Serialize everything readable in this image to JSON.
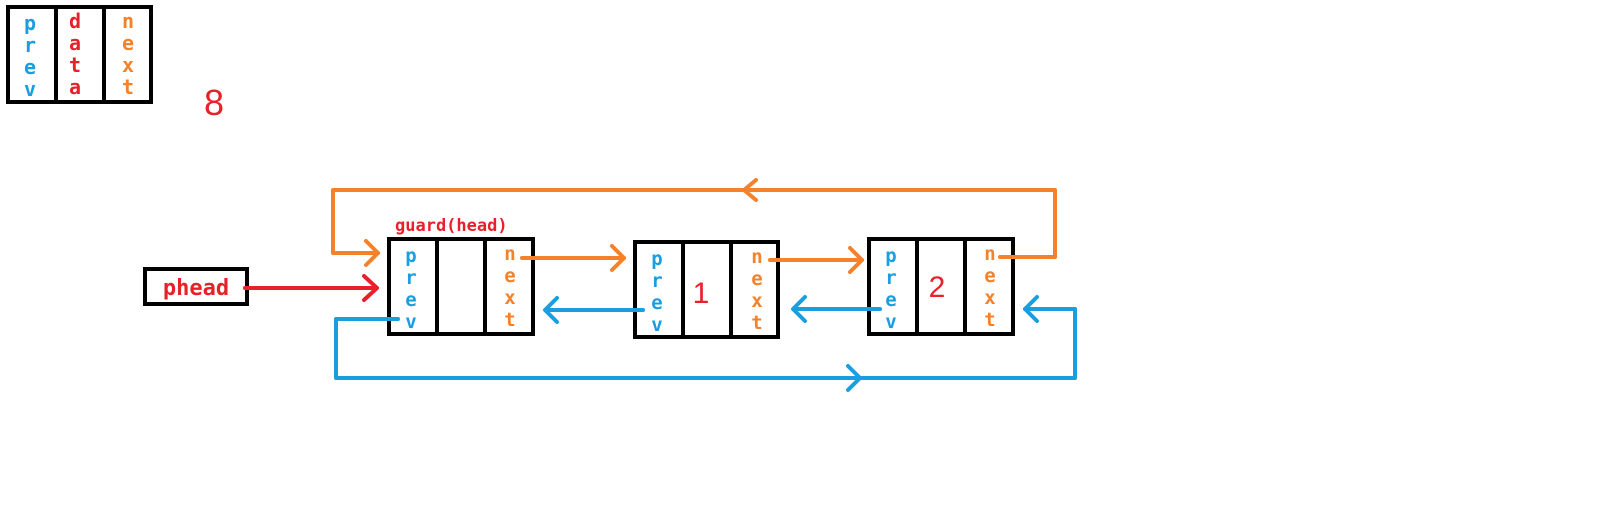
{
  "legend": {
    "prev": "prev",
    "data": "data",
    "next": "next"
  },
  "count_label": "8",
  "phead_label": "phead",
  "guard_label": "guard(head)",
  "nodes": [
    {
      "prev": "prev",
      "data": "",
      "next": "next"
    },
    {
      "prev": "prev",
      "data": "1",
      "next": "next"
    },
    {
      "prev": "prev",
      "data": "2",
      "next": "next"
    }
  ],
  "colors": {
    "prev": "#1a9ee0",
    "data": "#e8202a",
    "next": "#f5822a",
    "border": "#000000"
  }
}
